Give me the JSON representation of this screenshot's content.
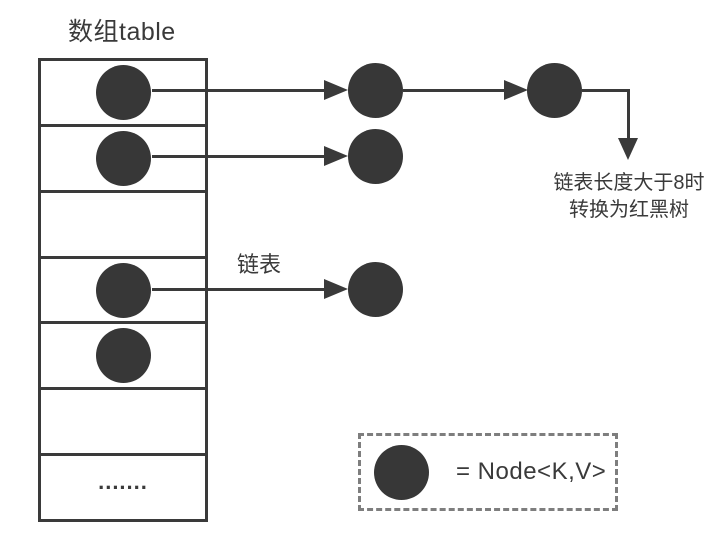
{
  "title": "数组table",
  "labels": {
    "linked_list": "链表",
    "treeify_line1": "链表长度大于8时",
    "treeify_line2": "转换为红黑树",
    "ellipsis": "......."
  },
  "legend": {
    "text": "= Node<K,V>"
  },
  "colors": {
    "ink": "#3a3a3a",
    "node_fill": "#373737",
    "legend_border": "#7e7e7e",
    "background": "#ffffff"
  },
  "diagram": {
    "type": "hashmap-array-with-linked-lists",
    "buckets": [
      {
        "index": 0,
        "has_node": true,
        "external_chain_nodes": 2,
        "note": "链表长度大于8时转换为红黑树"
      },
      {
        "index": 1,
        "has_node": true,
        "external_chain_nodes": 1
      },
      {
        "index": 2,
        "has_node": false,
        "external_chain_nodes": 0
      },
      {
        "index": 3,
        "has_node": true,
        "external_chain_nodes": 1,
        "chain_label": "链表"
      },
      {
        "index": 4,
        "has_node": true,
        "external_chain_nodes": 0
      },
      {
        "index": 5,
        "has_node": false,
        "external_chain_nodes": 0
      },
      {
        "index": 6,
        "has_node": false,
        "external_chain_nodes": 0,
        "ellipsis": true
      }
    ]
  }
}
